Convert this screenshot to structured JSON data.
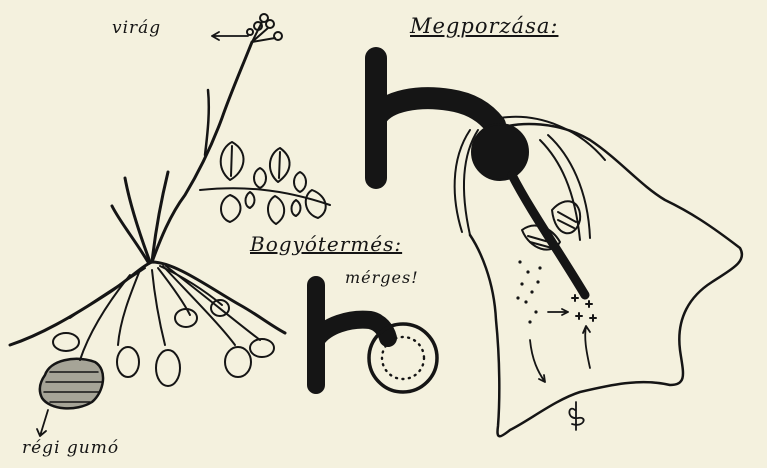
{
  "labels": {
    "flower": "virág",
    "pollination_title": "Megporzása:",
    "berry_title": "Bogyótermés:",
    "poisonous": "mérges!",
    "old_tuber": "régi gumó"
  },
  "colors": {
    "paper": "#f4f1de",
    "ink": "#151515"
  }
}
